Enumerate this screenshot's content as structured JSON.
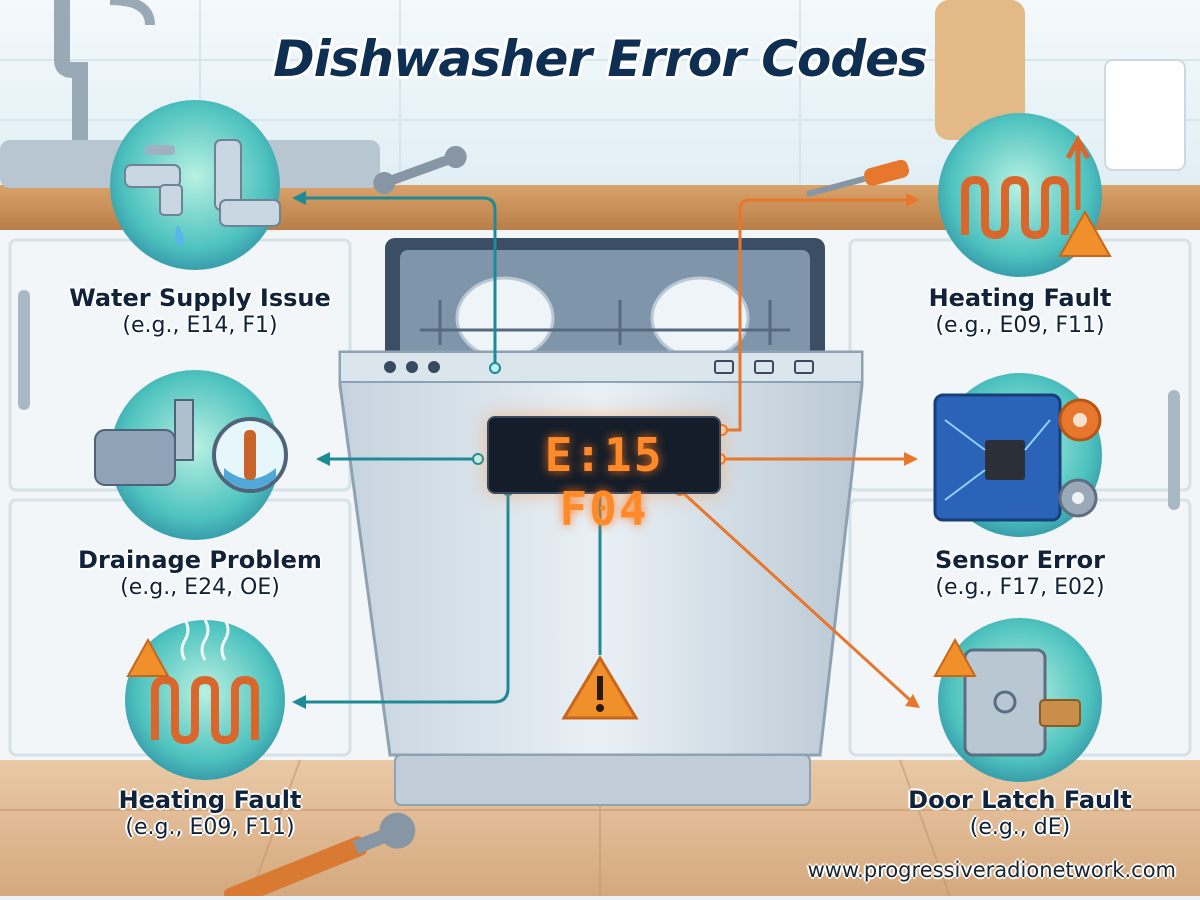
{
  "title": "Dishwasher Error Codes",
  "display_code": "E:15 F04",
  "categories": [
    {
      "name": "Water Supply Issue",
      "examples": "(e.g., E14, F1)",
      "icon": "faucet-pipe-icon"
    },
    {
      "name": "Drainage Problem",
      "examples": "(e.g., E24, OE)",
      "icon": "drain-pump-icon"
    },
    {
      "name": "Heating Fault",
      "examples": "(e.g., E09, F11)",
      "icon": "heating-element-icon"
    },
    {
      "name": "Heating Fault",
      "examples": "(e.g., E09, F11)",
      "icon": "heating-element-icon"
    },
    {
      "name": "Sensor Error",
      "examples": "(e.g., F17, E02)",
      "icon": "circuit-board-icon"
    },
    {
      "name": "Door Latch Fault",
      "examples": "(e.g., dE)",
      "icon": "door-latch-icon"
    }
  ],
  "footer": "www.progressiveradionetwork.com",
  "colors": {
    "title": "#0f2f52",
    "teal_line": "#1f8a96",
    "orange_line": "#e8772e",
    "display_text": "#ff8a2a",
    "warning": "#f0902a"
  }
}
